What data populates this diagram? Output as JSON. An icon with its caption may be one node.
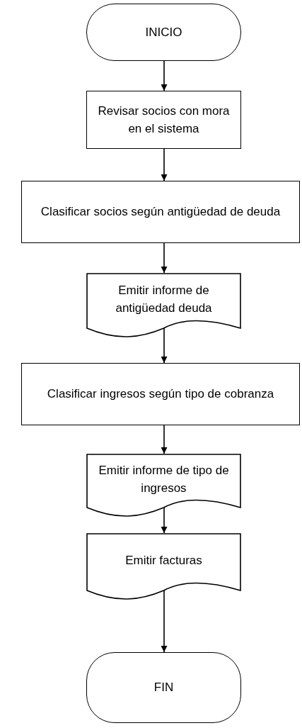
{
  "diagram": {
    "nodes": [
      {
        "text": [
          "INICIO"
        ]
      },
      {
        "text": [
          "Revisar socios con mora en el sistema"
        ]
      },
      {
        "text": [
          "Clasificar socios según antigüedad de deuda"
        ]
      },
      {
        "text": [
          "Emitir informe de antigüedad deuda"
        ]
      },
      {
        "text": [
          "Clasificar ingresos según tipo de cobranza"
        ]
      },
      {
        "text": [
          "Emitir informe de tipo de ingresos"
        ]
      },
      {
        "text": [
          "Emitir facturas"
        ]
      },
      {
        "text": [
          "FIN"
        ]
      }
    ],
    "edges": [
      {
        "from": 0,
        "to": 1,
        "arrow": "to"
      },
      {
        "from": 1,
        "to": 2,
        "arrow": "to"
      },
      {
        "from": 2,
        "to": 3,
        "arrow": "to"
      },
      {
        "from": 3,
        "to": 4,
        "arrow": "to"
      },
      {
        "from": 4,
        "to": 5,
        "arrow": "to"
      },
      {
        "from": 5,
        "to": 6,
        "arrow": "to"
      },
      {
        "from": 6,
        "to": 7,
        "arrow": "to"
      }
    ]
  }
}
